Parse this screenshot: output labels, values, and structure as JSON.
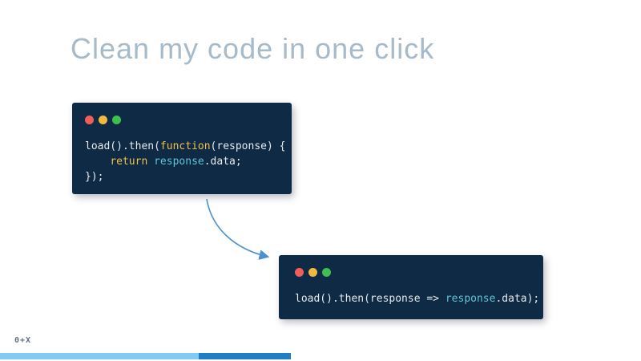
{
  "title": "Clean my code in one click",
  "footer": {
    "logo": "0+X"
  },
  "colors": {
    "title": "#a6bac9",
    "code-bg": "#0e2a45",
    "code-plain": "#e8eaec",
    "code-keyword": "#f0c04a",
    "code-variable": "#62c3d5",
    "dot-red": "#f15e57",
    "dot-yellow": "#f2b93f",
    "dot-green": "#3ec04c",
    "arrow": "#4a90d2",
    "bar-light": "#7fcbf3",
    "bar-dark": "#1f7fc2",
    "logo": "#63707f"
  },
  "code_blocks": {
    "before": {
      "lines": [
        {
          "tokens": [
            {
              "text": "load().then(",
              "type": "plain"
            },
            {
              "text": "function",
              "type": "keyword"
            },
            {
              "text": "(response) {",
              "type": "plain"
            }
          ]
        },
        {
          "tokens": [
            {
              "text": "    ",
              "type": "plain"
            },
            {
              "text": "return",
              "type": "keyword"
            },
            {
              "text": " ",
              "type": "plain"
            },
            {
              "text": "response",
              "type": "variable"
            },
            {
              "text": ".data;",
              "type": "plain"
            }
          ]
        },
        {
          "tokens": [
            {
              "text": "});",
              "type": "plain"
            }
          ]
        }
      ]
    },
    "after": {
      "lines": [
        {
          "tokens": [
            {
              "text": "load().then(response => ",
              "type": "plain"
            },
            {
              "text": "response",
              "type": "variable"
            },
            {
              "text": ".data);",
              "type": "plain"
            }
          ]
        }
      ]
    }
  },
  "progress": {
    "segments": [
      {
        "name": "past",
        "width_pct": 31.0
      },
      {
        "name": "current",
        "width_pct": 14.4
      }
    ]
  }
}
